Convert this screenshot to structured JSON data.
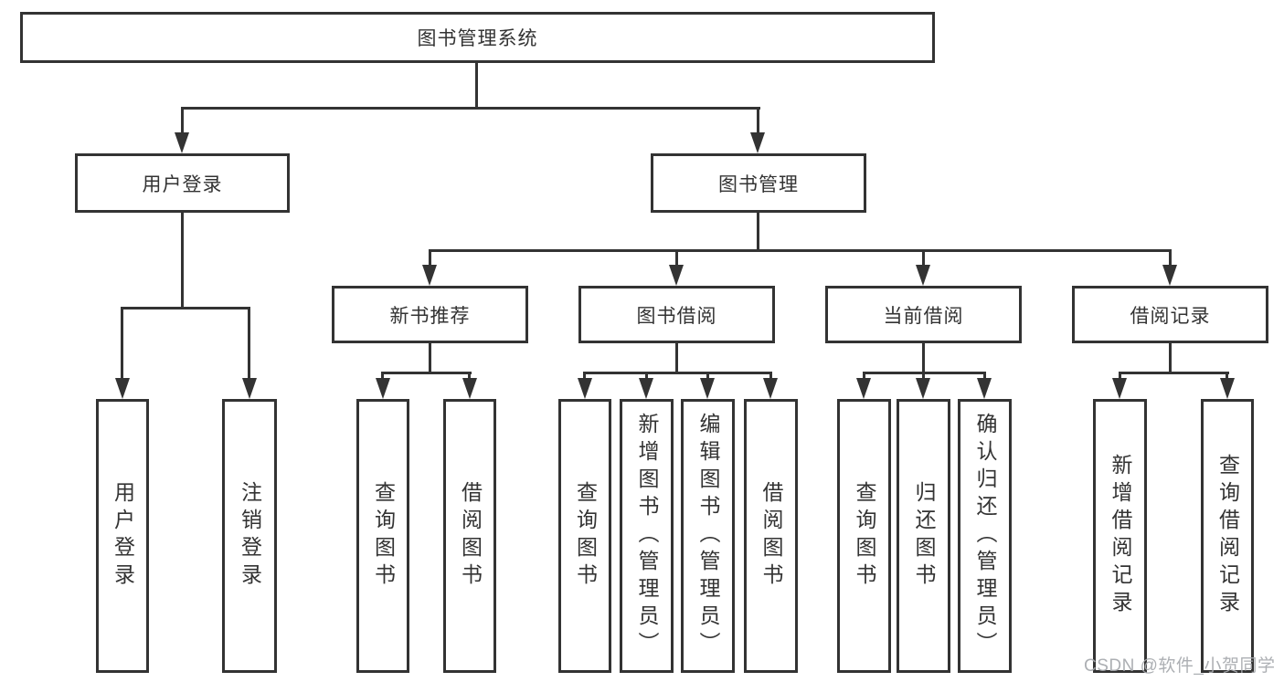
{
  "nodes": {
    "root": "图书管理系统",
    "l2": [
      "用户登录",
      "图书管理"
    ],
    "l3": [
      "新书推荐",
      "图书借阅",
      "当前借阅",
      "借阅记录"
    ],
    "l4": {
      "login": [
        "用户登录",
        "注销登录"
      ],
      "recommend": [
        "查询图书",
        "借阅图书"
      ],
      "borrow": [
        "查询图书",
        "新增图书（管理员）",
        "编辑图书（管理员）",
        "借阅图书"
      ],
      "current": [
        "查询图书",
        "归还图书",
        "确认归还（管理员）"
      ],
      "records": [
        "新增借阅记录",
        "查询借阅记录"
      ]
    }
  },
  "watermark": "CSDN @软件_小贺同学",
  "colors": {
    "line": "#333333",
    "text": "#333333",
    "box_fill": "#ffffff",
    "watermark": "#a6a9ad",
    "background": "#ffffff"
  }
}
